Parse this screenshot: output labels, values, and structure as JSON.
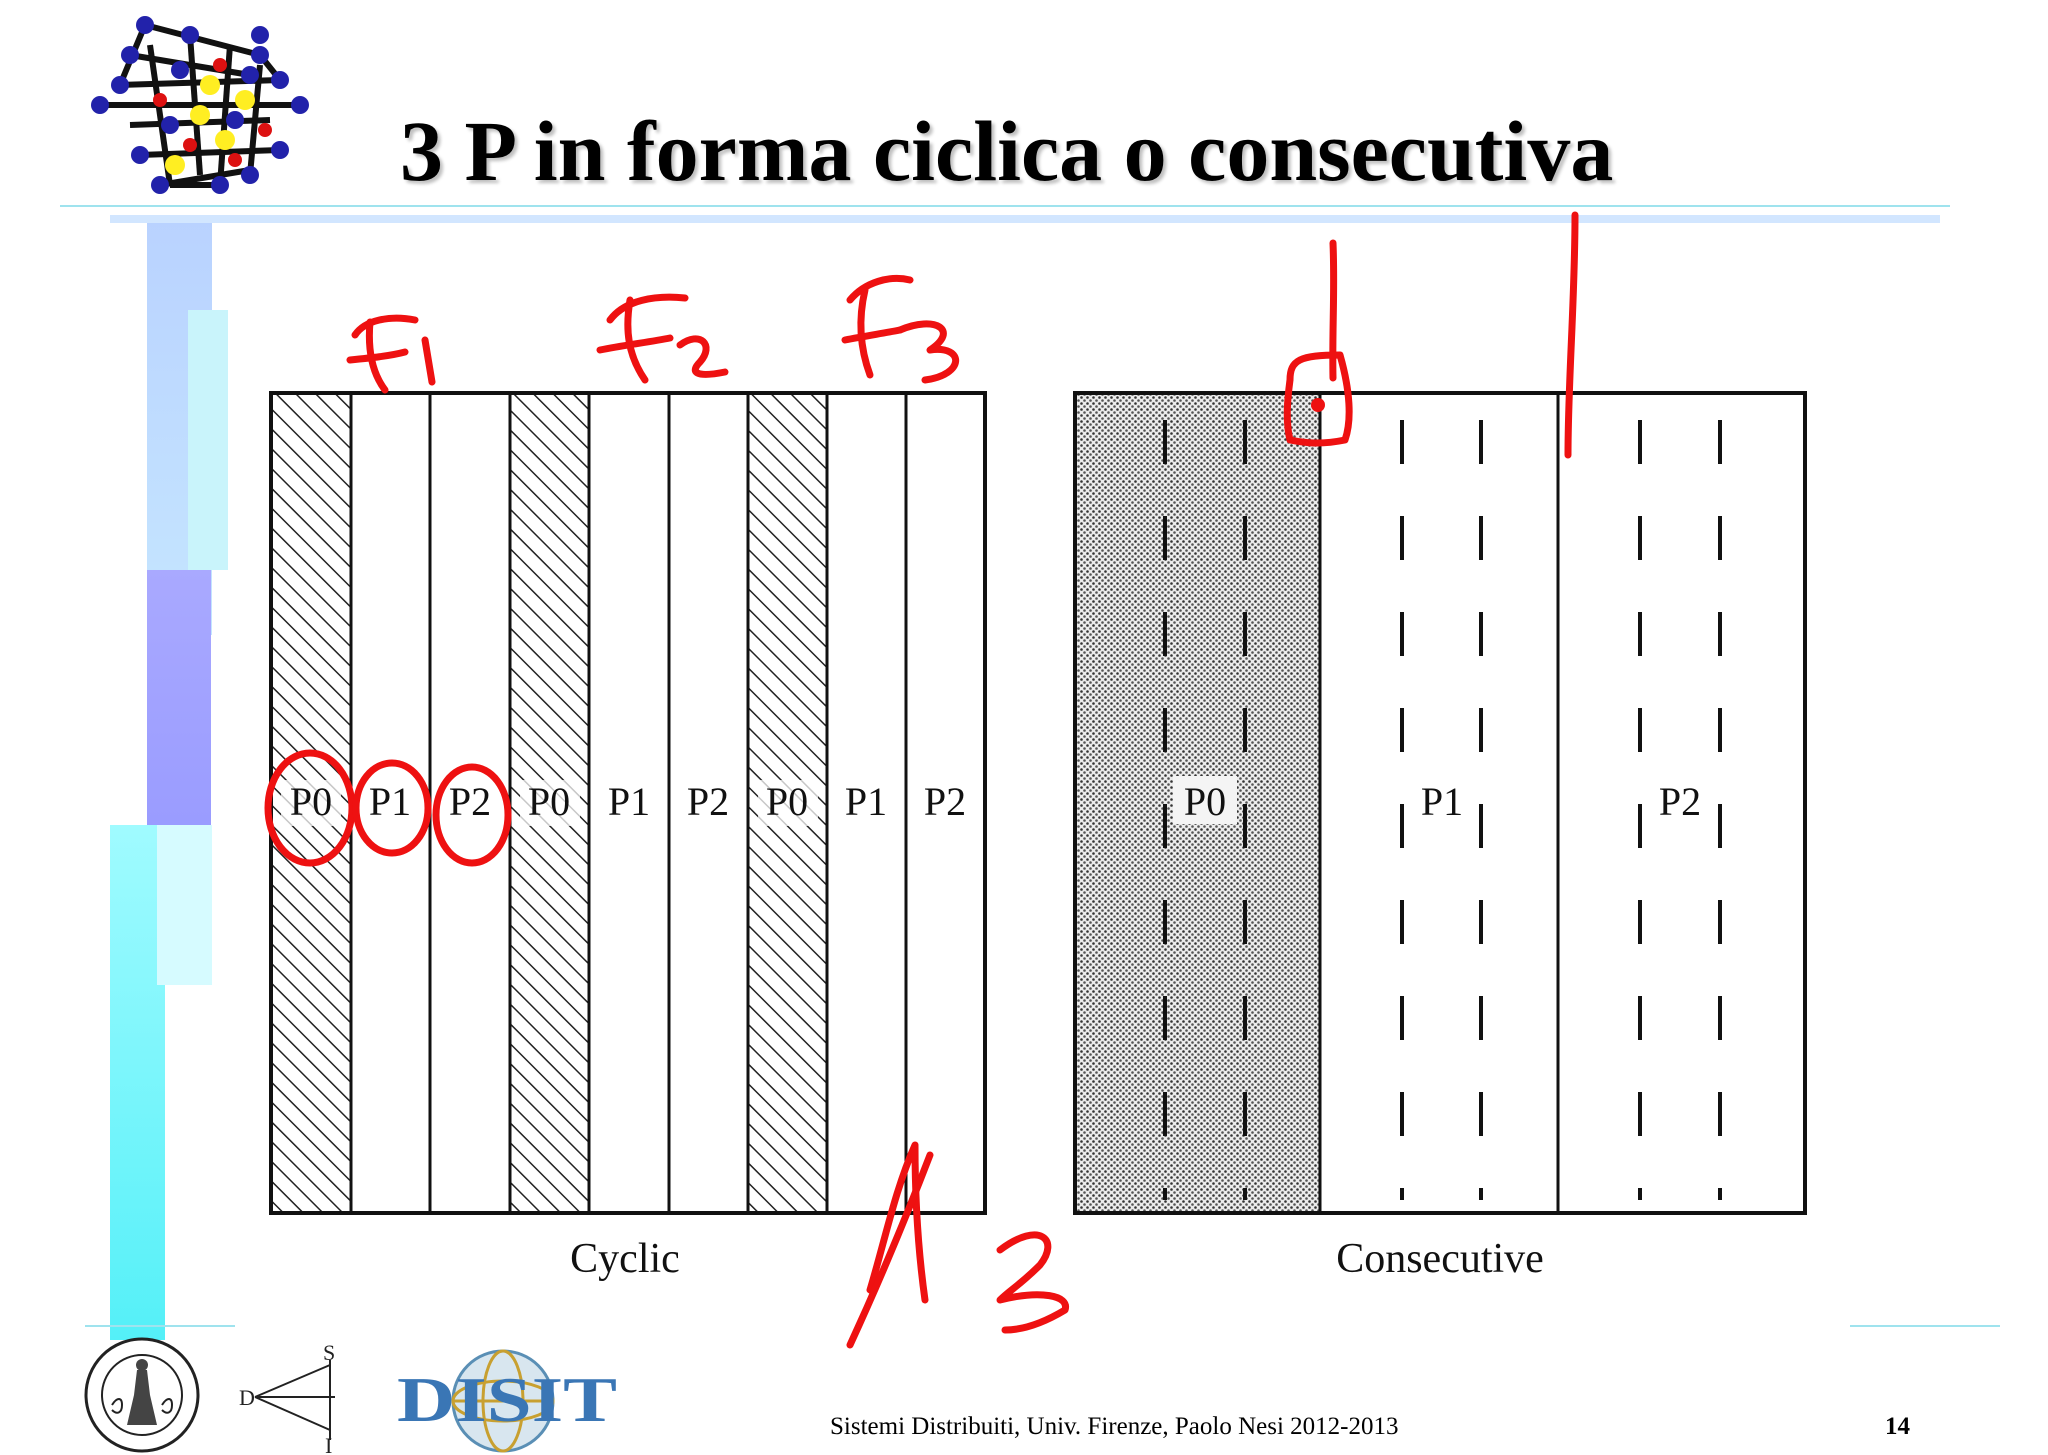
{
  "slide": {
    "title": "3 P in forma ciclica o consecutiva",
    "footer": "Sistemi Distribuiti, Univ. Firenze, Paolo Nesi 2012-2013",
    "page_number": "14"
  },
  "logos": {
    "university_seal": "University of Florence seal",
    "dsi_letters": {
      "d": "D",
      "s": "S",
      "i": "I"
    },
    "disit_text": "DISIT"
  },
  "figure": {
    "cyclic": {
      "caption": "Cyclic",
      "columns": [
        "P0",
        "P1",
        "P2",
        "P0",
        "P1",
        "P2",
        "P0",
        "P1",
        "P2"
      ]
    },
    "consecutive": {
      "caption": "Consecutive",
      "columns": [
        "P0",
        "P1",
        "P2"
      ]
    }
  },
  "annotations": {
    "f1": "F1",
    "f2": "F2",
    "f3": "F3",
    "n3": "N/3"
  },
  "colors": {
    "ink": "#ee1111",
    "accent_cyan": "#5ff5f5",
    "accent_lavender": "#a3a3ff",
    "hline": "#9fe3ee"
  }
}
